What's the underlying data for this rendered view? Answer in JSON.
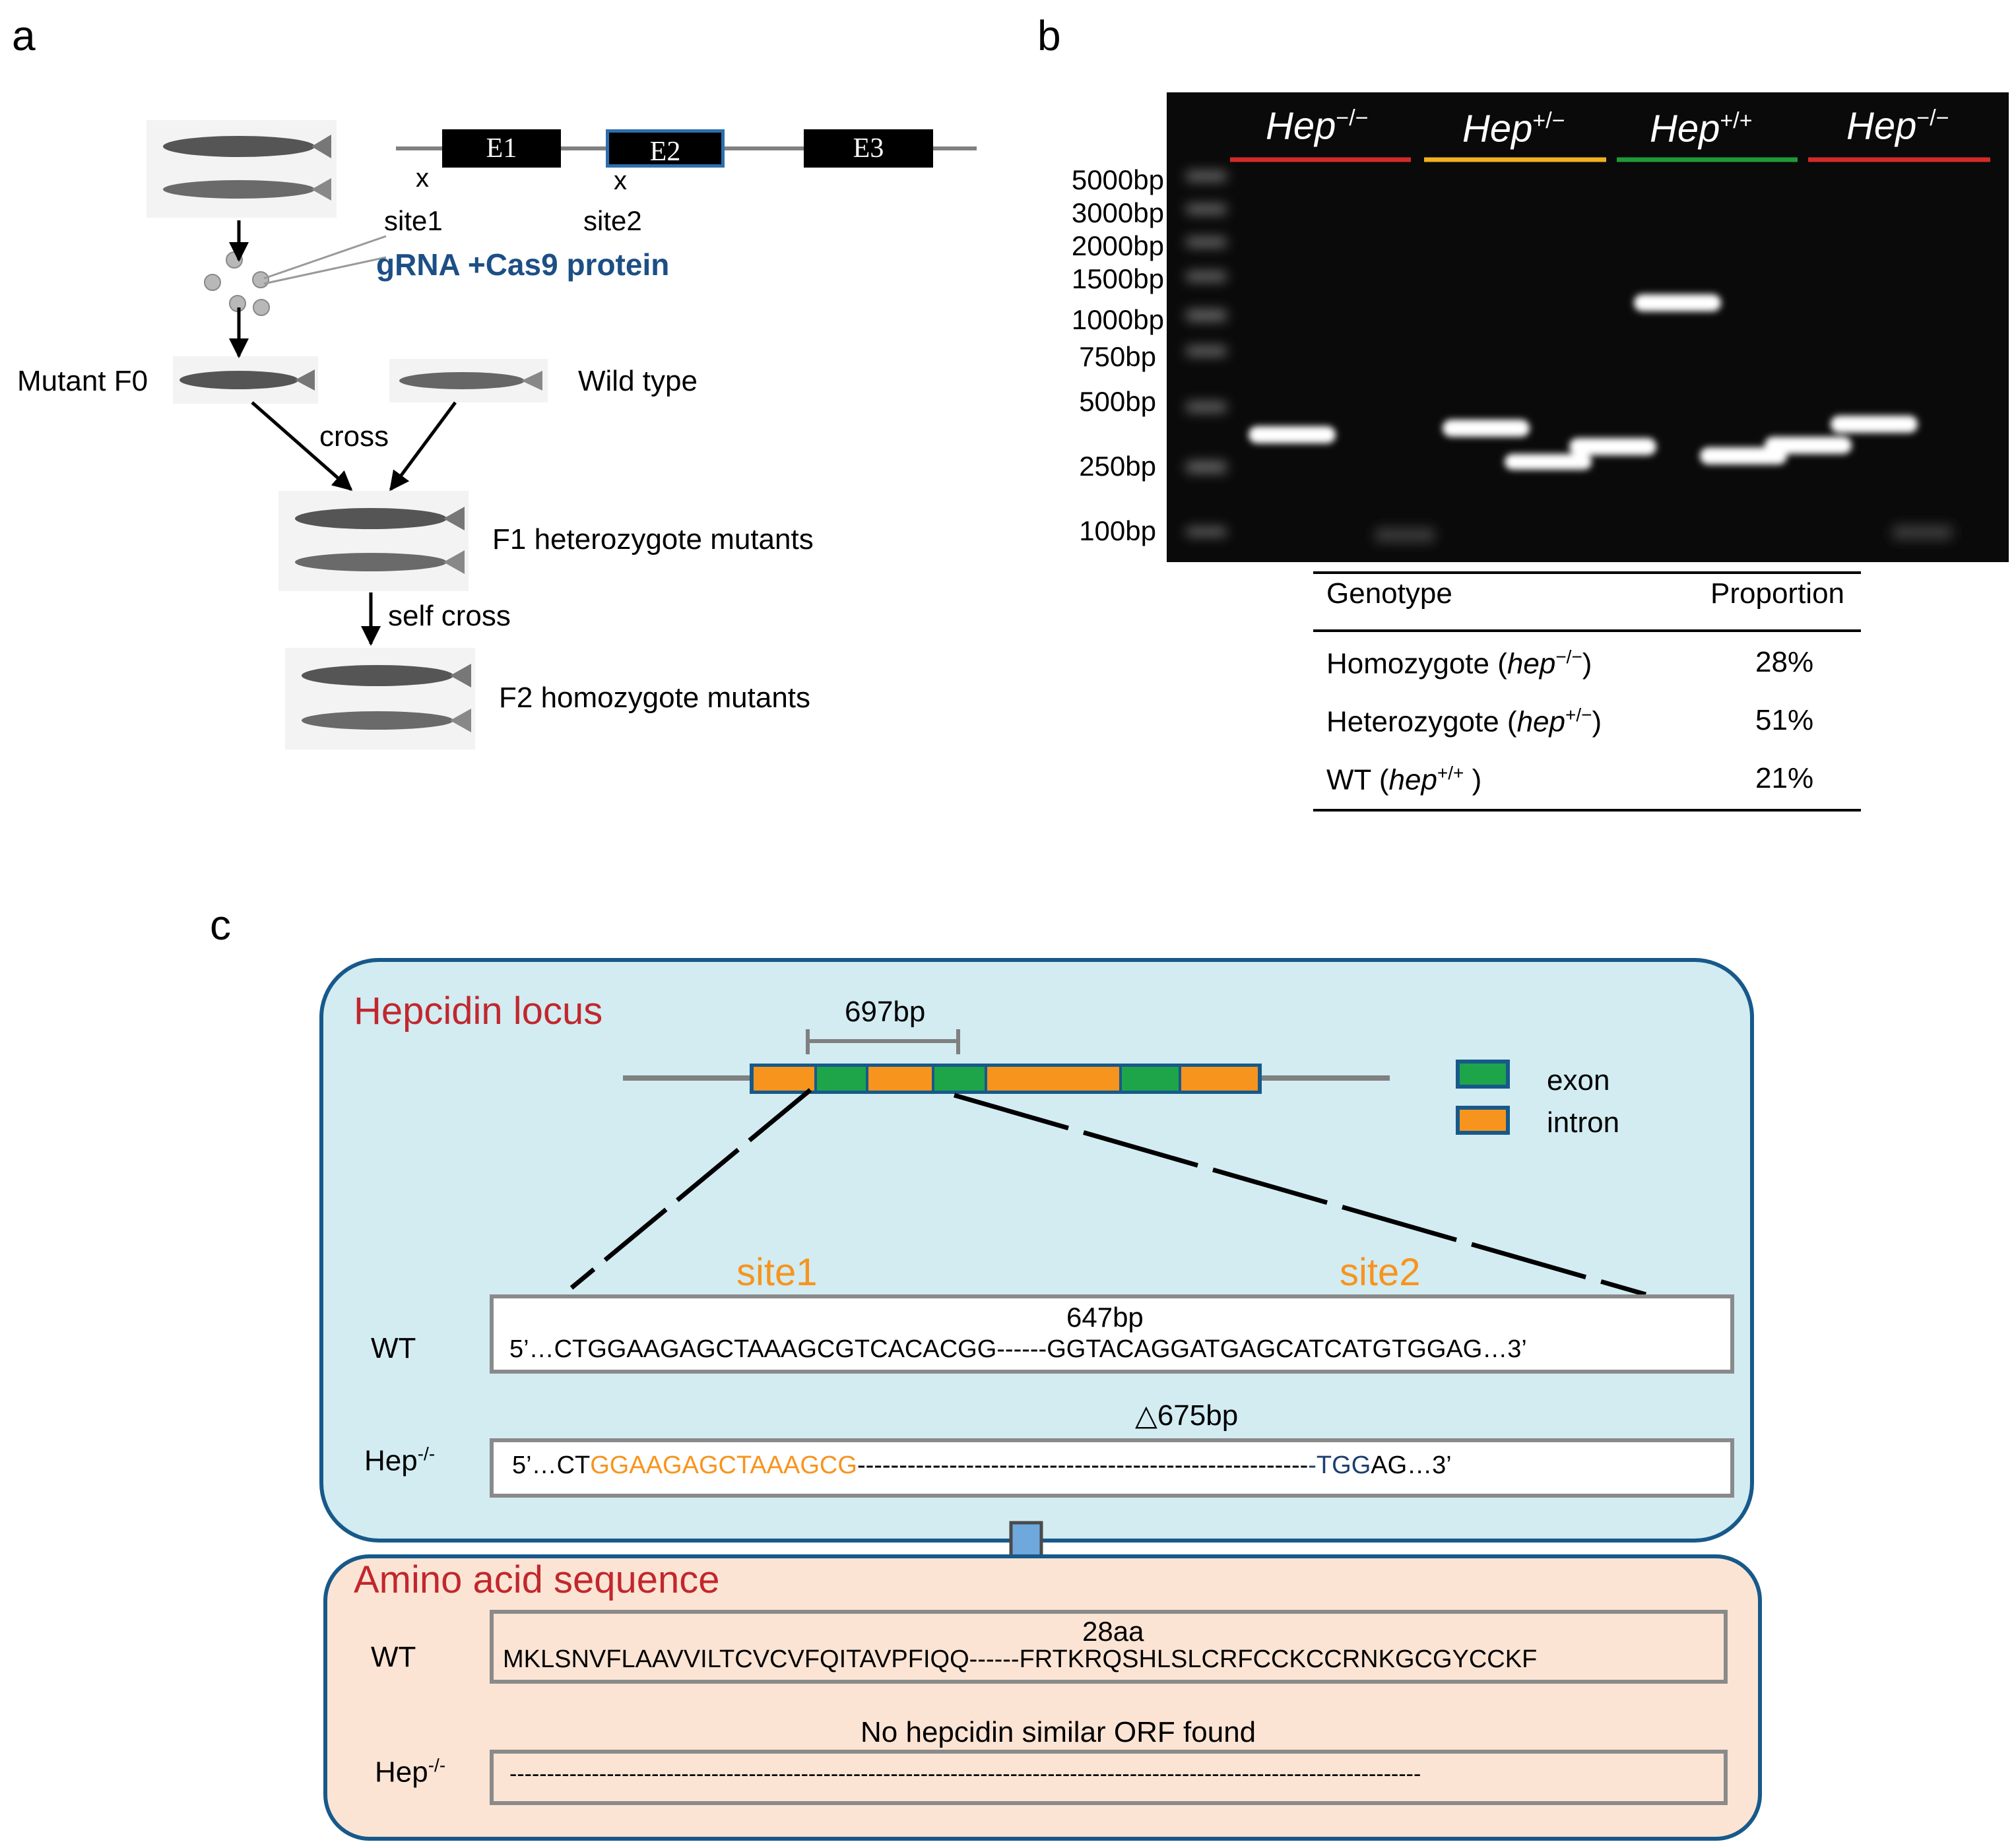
{
  "panels": {
    "a": "a",
    "b": "b",
    "c": "c"
  },
  "panel_a": {
    "exons": [
      "E1",
      "E2",
      "E3"
    ],
    "site_marks": [
      "x",
      "x"
    ],
    "sites": [
      "site1",
      "site2"
    ],
    "reagent": "gRNA +Cas9 protein",
    "mutant_f0": "Mutant F0",
    "wild_type": "Wild type",
    "cross": "cross",
    "f1": "F1  heterozygote mutants",
    "self_cross": "self cross",
    "f2": "F2 homozygote mutants"
  },
  "panel_b": {
    "ladder": [
      "5000bp",
      "3000bp",
      "2000bp",
      "1500bp",
      "1000bp",
      "750bp",
      "500bp",
      "250bp",
      "100bp"
    ],
    "lane_groups": [
      {
        "base": "Hep",
        "sup": "−/−",
        "color": "#d42a2a"
      },
      {
        "base": "Hep",
        "sup": "+/−",
        "color": "#f0b020"
      },
      {
        "base": "Hep",
        "sup": "+/+",
        "color": "#1f9a3a"
      },
      {
        "base": "Hep",
        "sup": "−/−",
        "color": "#d42a2a"
      }
    ],
    "table": {
      "headers": [
        "Genotype",
        "Proportion"
      ],
      "rows": [
        {
          "pre": "Homozygote (",
          "gene": "hep",
          "sup": "−/−",
          "post": ")",
          "value": "28%"
        },
        {
          "pre": "Heterozygote (",
          "gene": "hep",
          "sup": "+/−",
          "post": ")",
          "value": "51%"
        },
        {
          "pre": "WT (",
          "gene": "hep",
          "sup": "+/+",
          "post": " )",
          "value": "21%"
        }
      ]
    }
  },
  "panel_c": {
    "locus_title": "Hepcidin  locus",
    "span_label": "697bp",
    "legend": [
      "exon",
      "intron"
    ],
    "legend_colors": {
      "exon": "#1ea54a",
      "intron": "#f7941d"
    },
    "site1": "site1",
    "site2": "site2",
    "wt_label": "WT",
    "wt_gap": "647bp",
    "wt_seq": "5’…CTGGAAGAGCTAAAGCGTCACACGG------GGTACAGGATGAGCATCATGTGGAG…3’",
    "mut_label": "Hep",
    "mut_sup": "-/-",
    "deletion": "△675bp",
    "mut_seq_start": "5’…CT",
    "mut_seq_orange": "GGAAGAGCTAAAGCG",
    "mut_seq_dashes": "------------------------------------------------------",
    "mut_seq_navy": "-TGG",
    "mut_seq_end": "AG…3’",
    "aa_title": "Amino acid sequence",
    "aa_wt_label": "WT",
    "aa_gap": "28aa",
    "aa_wt_seq": "MKLSNVFLAAVVILTCVCVFQITAVPFIQQ------FRTKRQSHLSLCRFCCKCCRNKGCGYCCKF",
    "aa_mut_label": "Hep",
    "aa_mut_sup": "-/-",
    "aa_note": "No hepcidin similar ORF found",
    "aa_mut_seq": "--------------------------------------------------------------------------------------------------------------------------"
  }
}
